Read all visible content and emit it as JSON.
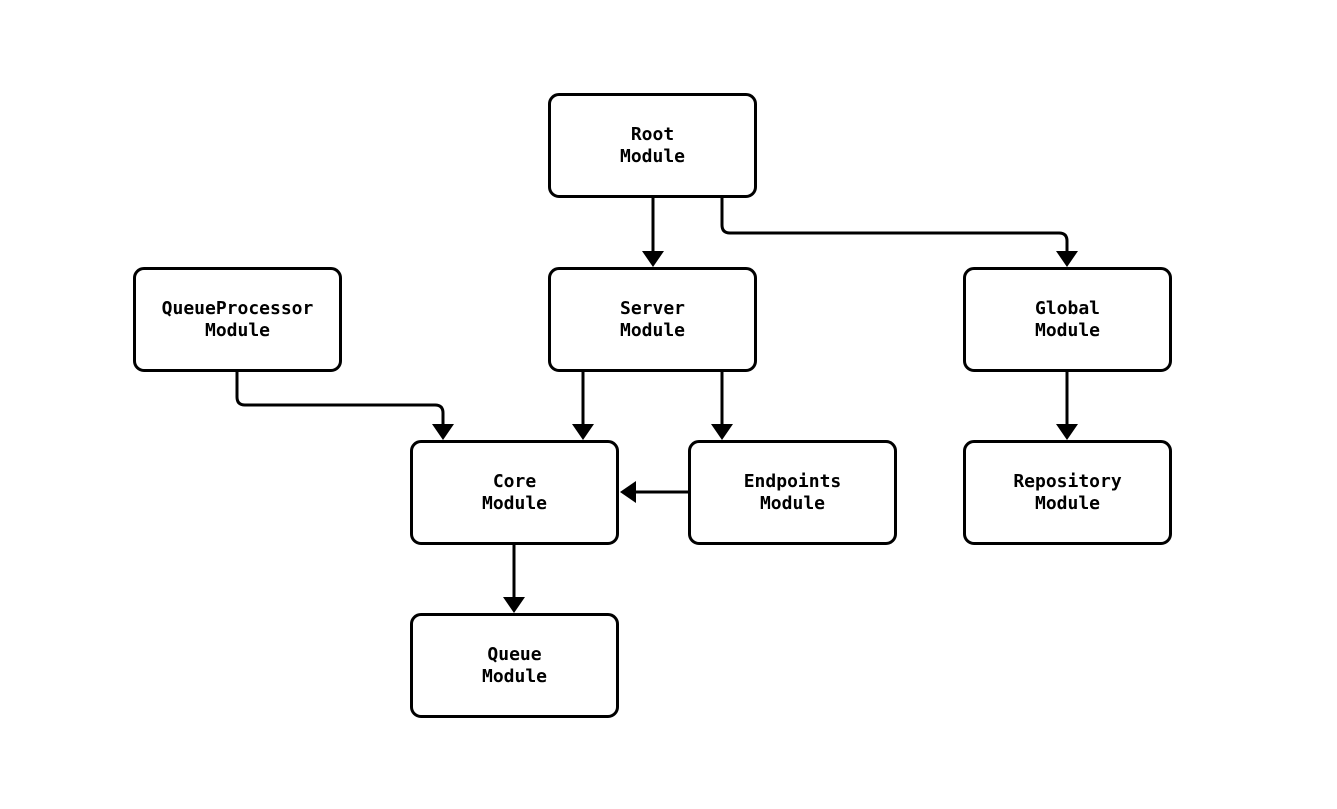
{
  "diagram": {
    "type": "module-dependency-graph",
    "background_color": "#ffffff",
    "stroke_color": "#000000",
    "nodes": [
      {
        "id": "root",
        "label": "Root\nModule"
      },
      {
        "id": "queueprocessor",
        "label": "QueueProcessor\nModule"
      },
      {
        "id": "server",
        "label": "Server\nModule"
      },
      {
        "id": "global",
        "label": "Global\nModule"
      },
      {
        "id": "core",
        "label": "Core\nModule"
      },
      {
        "id": "endpoints",
        "label": "Endpoints\nModule"
      },
      {
        "id": "repository",
        "label": "Repository\nModule"
      },
      {
        "id": "queue",
        "label": "Queue\nModule"
      }
    ],
    "edges": [
      {
        "from": "root",
        "to": "server"
      },
      {
        "from": "root",
        "to": "global"
      },
      {
        "from": "queueprocessor",
        "to": "core"
      },
      {
        "from": "server",
        "to": "core"
      },
      {
        "from": "server",
        "to": "endpoints"
      },
      {
        "from": "endpoints",
        "to": "core"
      },
      {
        "from": "global",
        "to": "repository"
      },
      {
        "from": "core",
        "to": "queue"
      }
    ]
  }
}
